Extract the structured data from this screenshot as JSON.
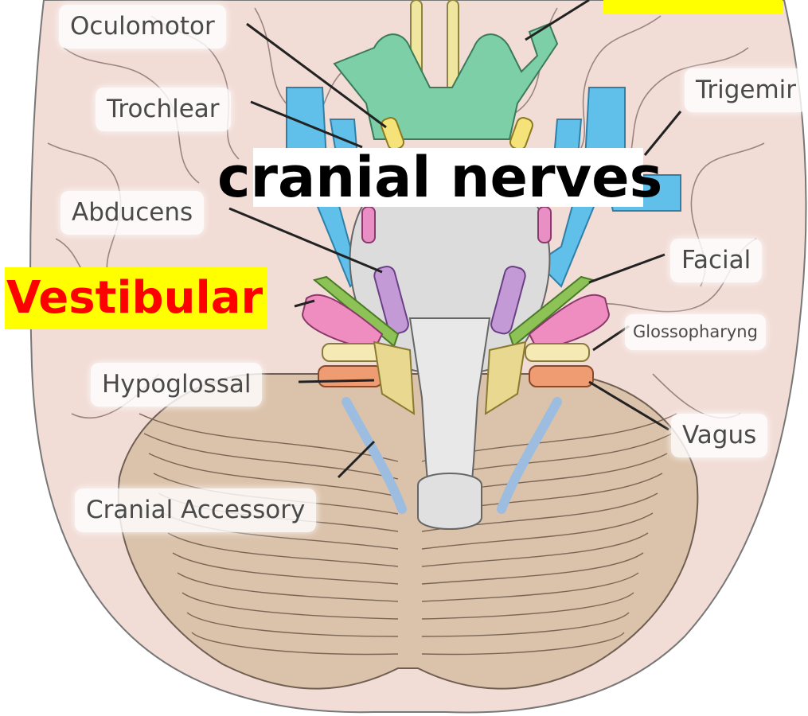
{
  "diagram": {
    "title": "cranial nerves",
    "highlight_label": "Vestibular",
    "labels": {
      "oculomotor": "Oculomotor",
      "trochlear": "Trochlear",
      "abducens": "Abducens",
      "hypoglossal": "Hypoglossal",
      "cranial_accessory": "Cranial Accessory",
      "trigeminal": "Trigemir",
      "facial": "Facial",
      "glossopharyngeal": "Glossopharyng",
      "vagus": "Vagus"
    },
    "colors": {
      "brain": "#f2dcd6",
      "cerebellum": "#dbc2aa",
      "brainstem": "#dcdcdc",
      "olfactory": "#f0e6a0",
      "optic": "#7ccfa7",
      "trigeminal": "#60c0ea",
      "abducens": "#c49ad6",
      "facial": "#8cc256",
      "vestibulocochlear": "#ef8cc0",
      "glossopharyngeal": "#f5e9b4",
      "vagus": "#ef9c72",
      "accessory": "#9cbde0",
      "hypoglossal": "#e8d890",
      "highlight": "#ffff00",
      "highlight_text": "#ff0000"
    }
  }
}
